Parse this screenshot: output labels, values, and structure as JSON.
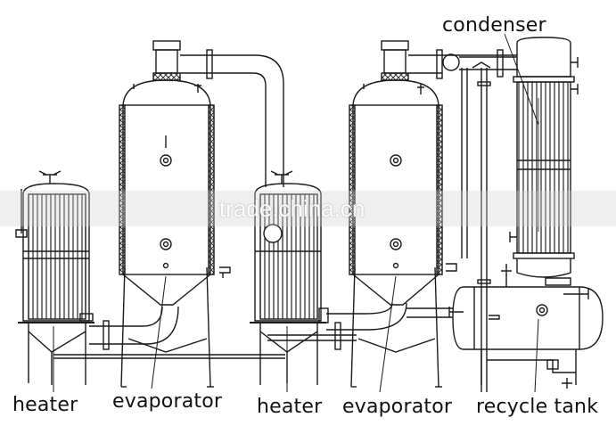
{
  "labels": {
    "condenser": "condenser",
    "heater_1": "heater",
    "evaporator_1": "evaporator",
    "heater_2": "heater",
    "evaporator_2": "evaporator",
    "recycle_tank": "recycle tank"
  },
  "watermark": "trade.china.cn",
  "colors": {
    "line": "#1a1a1a",
    "background": "#ffffff"
  }
}
